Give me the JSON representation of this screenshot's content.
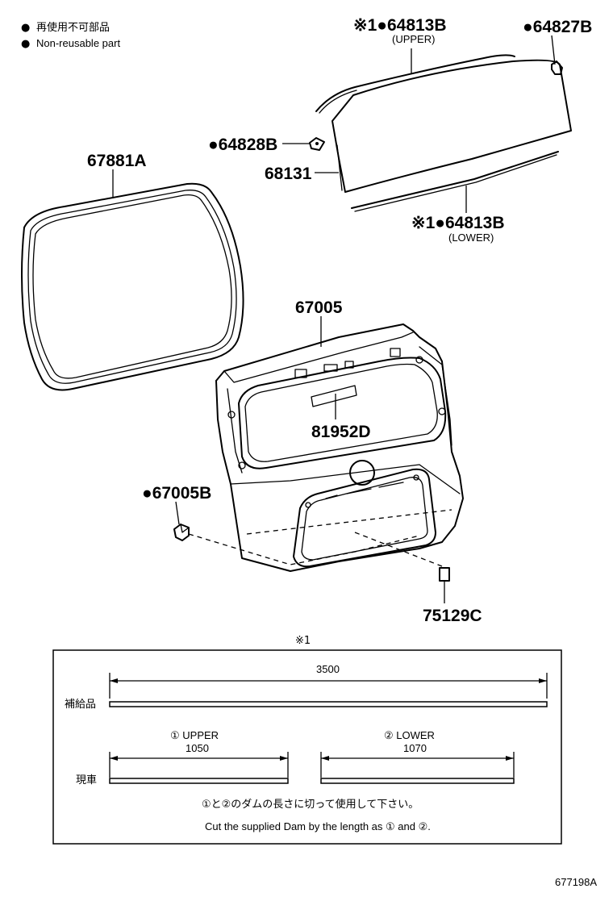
{
  "legend": {
    "items": [
      {
        "symbol": "●",
        "text": "再使用不可部品"
      },
      {
        "symbol": "●",
        "text": "Non-reusable part"
      }
    ]
  },
  "parts": {
    "p64813B_upper": {
      "mark": "※1●",
      "number": "64813B",
      "note": "(UPPER)"
    },
    "p64827B": {
      "mark": "●",
      "number": "64827B"
    },
    "p64828B": {
      "mark": "●",
      "number": "64828B"
    },
    "p68131": {
      "number": "68131"
    },
    "p64813B_lower": {
      "mark": "※1●",
      "number": "64813B",
      "note": "(LOWER)"
    },
    "p67881A": {
      "number": "67881A"
    },
    "p67005": {
      "number": "67005"
    },
    "p81952D": {
      "number": "81952D"
    },
    "p67005B": {
      "mark": "●",
      "number": "67005B"
    },
    "p75129C": {
      "number": "75129C"
    }
  },
  "note_box": {
    "title": "※1",
    "supplied_label": "補給品",
    "supplied_length": "3500",
    "actual_label": "現車",
    "upper": {
      "label": "① UPPER",
      "length": "1050"
    },
    "lower": {
      "label": "② LOWER",
      "length": "1070"
    },
    "instruction_jp": "①と②のダムの長さに切って使用して下さい。",
    "instruction_en": "Cut the supplied Dam by the length as ① and ②."
  },
  "diagram_id": "677198A"
}
